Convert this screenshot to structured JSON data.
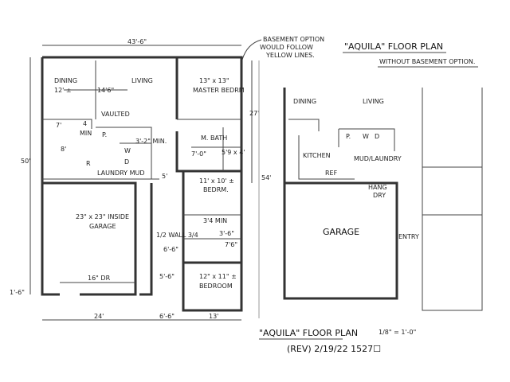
{
  "notes": {
    "basement": [
      "BASEMENT OPTION",
      "WOULD FOLLOW",
      "YELLOW LINES."
    ],
    "title": "\"AQUILA\" FLOOR PLAN",
    "subtitle": "WITHOUT BASEMENT OPTION.",
    "footer_title": "\"AQUILA\" FLOOR PLAN",
    "scale": "1/8\" = 1'-0\"",
    "revision": "(REV) 2/19/22 1527☐"
  },
  "plan_with_basement": {
    "dims": {
      "top": "43'-6\"",
      "left": "50'",
      "left_small": "1'-6\"",
      "right_upper": "27'",
      "right_full": "54'",
      "bottom": [
        "24'",
        "6'-6\"",
        "13'"
      ]
    },
    "rooms": {
      "dining": "DINING",
      "dining_size": "12' ±",
      "living": "LIVING",
      "living_size": "14'6\"",
      "vaulted": "VAULTED",
      "master": "13\" x 13\"",
      "master_label": "MASTER BEDRM",
      "mbath": "M. BATH",
      "mbath_dim": "7'-0\"",
      "closet": "5'9 x 4'",
      "bed2": "11' x 10' ±",
      "bed2_label": "BEDRM.",
      "kitchen_dim1": "7'",
      "kitchen_dim2": "4",
      "min": "MIN",
      "kitchen_dim3": "8'",
      "pantry": "P.",
      "laundry": "LAUNDRY MUD",
      "washer": "W",
      "dryer": "D",
      "ref": "R",
      "stair_min": "3'-2\" MIN.",
      "hall": "5'",
      "garage": "23\" x 23\" INSIDE",
      "garage_label": "GARAGE",
      "garage_door": "16\" DR",
      "bath_min": "3'4 MIN",
      "bath_dim1": "3'-6\"",
      "bath_dim2": "7'6\"",
      "half_wall": "1/2 WALL 3/4",
      "hall_dim1": "6'-6\"",
      "hall_dim2": "5'-6\"",
      "bed3": "12\" x 11\" ±",
      "bed3_label": "BEDROOM"
    }
  },
  "plan_without_basement": {
    "dining": "DINING",
    "living": "LIVING",
    "kitchen": "KITCHEN",
    "pantry": "P.",
    "washer": "W",
    "dryer": "D",
    "mud": "MUD/LAUNDRY",
    "ref": "REF",
    "hang": "HANG",
    "dry": "DRY",
    "garage": "GARAGE",
    "entry": "ENTRY"
  }
}
